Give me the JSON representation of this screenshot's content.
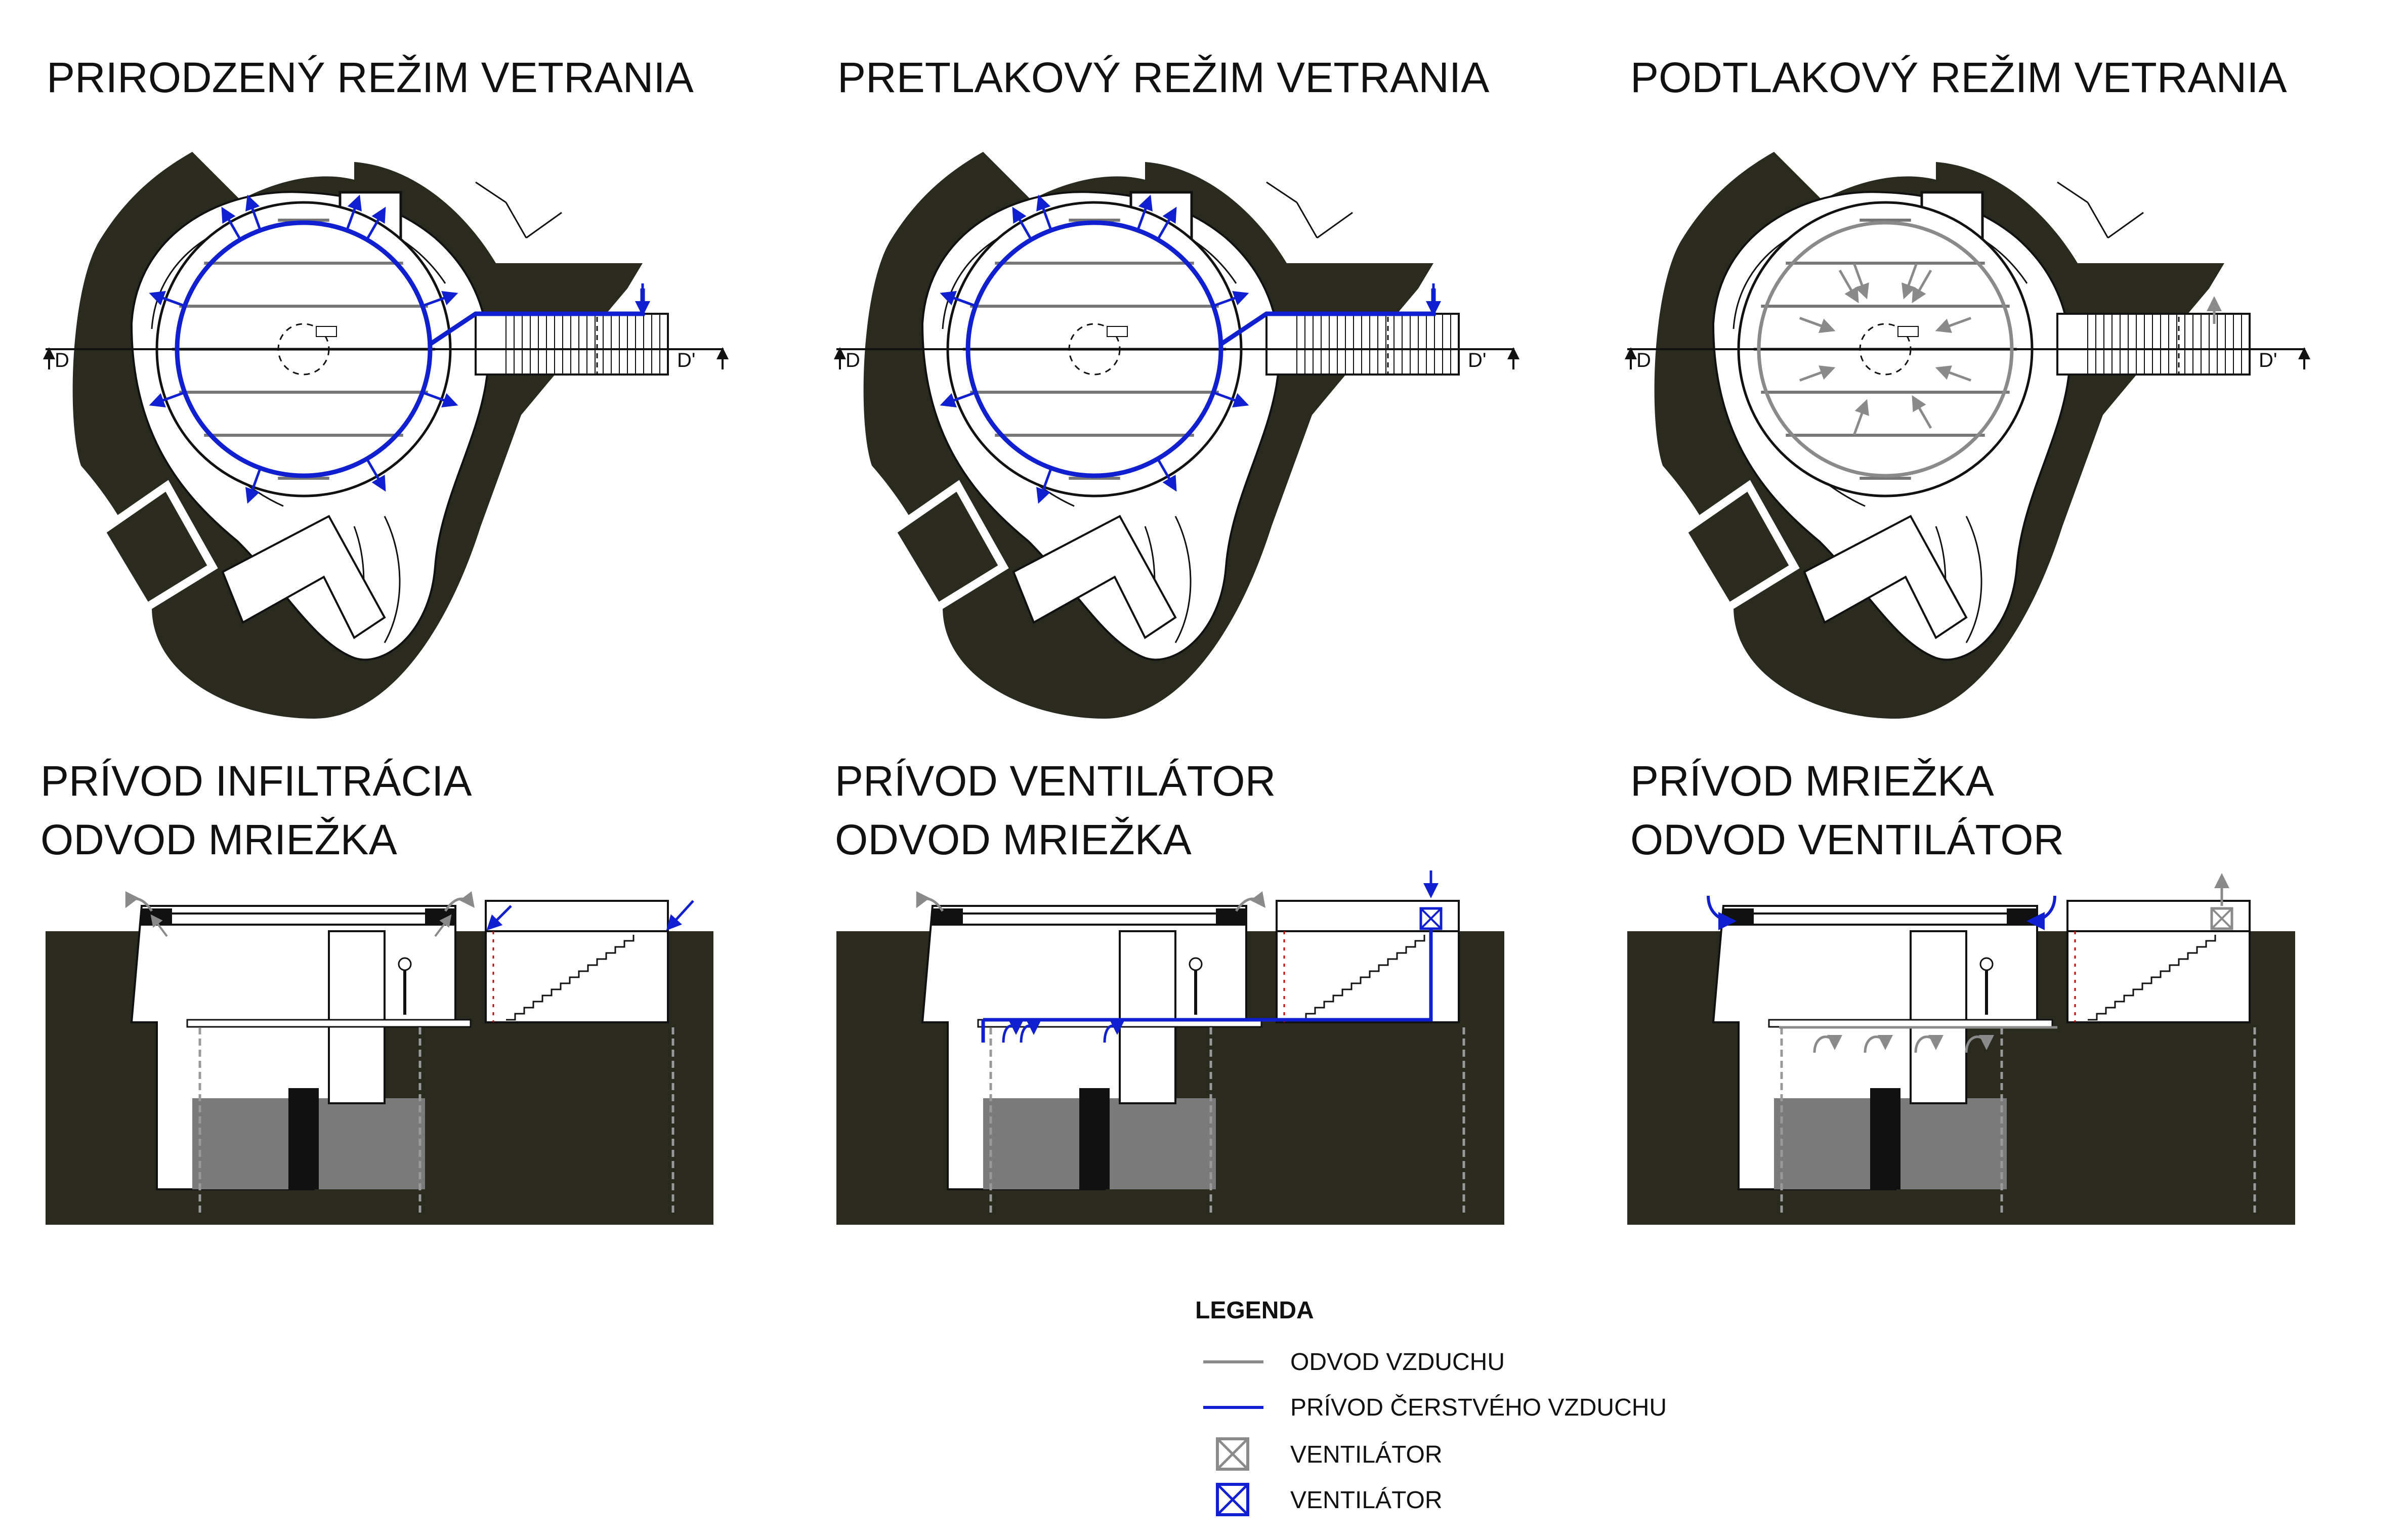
{
  "colors": {
    "earth": "#2b2a1f",
    "supply_blue": "#1020d0",
    "exhaust_gray": "#8a8a8a",
    "line_dark": "#111111"
  },
  "panels": [
    {
      "plan_title": "PRIRODZENÝ REŽIM VETRANIA",
      "section_title_line1": "PRÍVOD INFILTRÁCIA",
      "section_title_line2": "ODVOD MRIEŽKA",
      "mode": "natural",
      "section_left_label": "D",
      "section_right_label": "D'"
    },
    {
      "plan_title": "PRETLAKOVÝ REŽIM VETRANIA",
      "section_title_line1": "PRÍVOD VENTILÁTOR",
      "section_title_line2": "ODVOD MRIEŽKA",
      "mode": "overpressure",
      "section_left_label": "D",
      "section_right_label": "D'"
    },
    {
      "plan_title": "PODTLAKOVÝ REŽIM VETRANIA",
      "section_title_line1": "PRÍVOD MRIEŽKA",
      "section_title_line2": "ODVOD VENTILÁTOR",
      "mode": "underpressure",
      "section_left_label": "D",
      "section_right_label": "D'"
    }
  ],
  "legend": {
    "title": "LEGENDA",
    "items": [
      {
        "kind": "gray-line",
        "label": "ODVOD VZDUCHU",
        "icon": "gray-line-icon"
      },
      {
        "kind": "blue-line",
        "label": "PRÍVOD ČERSTVÉHO VZDUCHU",
        "icon": "blue-line-icon"
      },
      {
        "kind": "gray-fan",
        "label": "VENTILÁTOR",
        "icon": "gray-fan-icon"
      },
      {
        "kind": "blue-fan",
        "label": "VENTILÁTOR",
        "icon": "blue-fan-icon"
      }
    ]
  }
}
